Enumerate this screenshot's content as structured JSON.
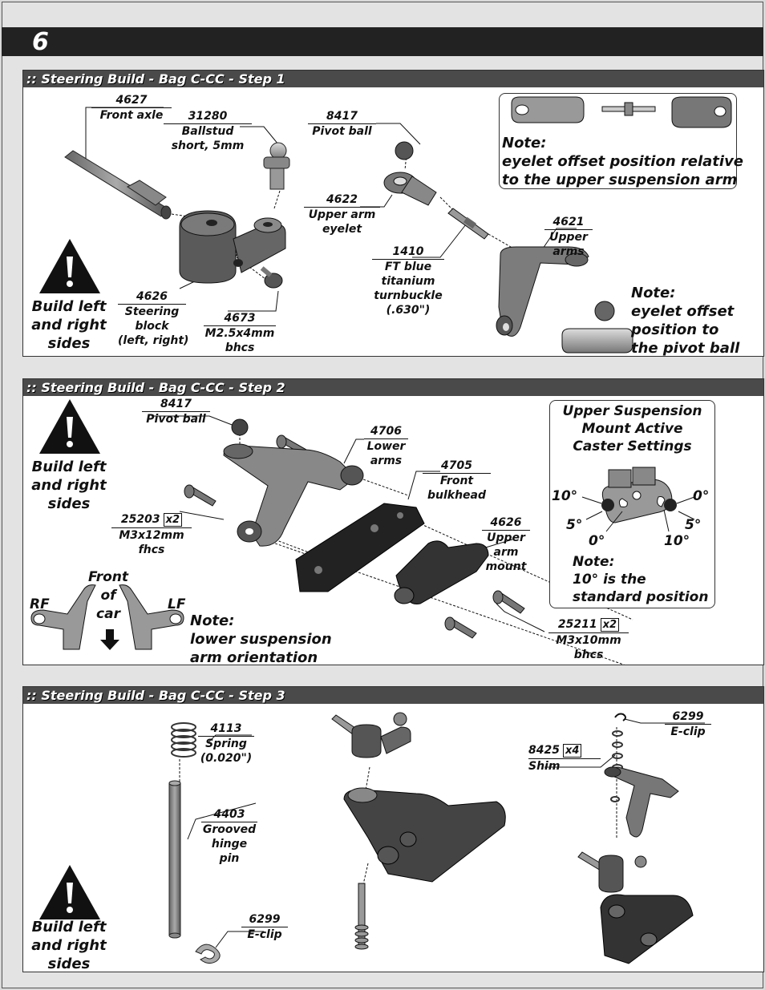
{
  "page": {
    "number": "6"
  },
  "step1": {
    "title": ":: Steering Build - Bag C-CC - Step 1",
    "labels": {
      "front_axle": {
        "num": "4627",
        "desc": "Front axle"
      },
      "ballstud": {
        "num": "31280",
        "desc1": "Ballstud",
        "desc2": "short, 5mm"
      },
      "pivot_ball": {
        "num": "8417",
        "desc": "Pivot ball"
      },
      "upper_arm_eyelet": {
        "num": "4622",
        "desc1": "Upper arm",
        "desc2": "eyelet"
      },
      "turnbuckle": {
        "num": "1410",
        "desc1": "FT blue",
        "desc2": "titanium",
        "desc3": "turnbuckle",
        "desc4": "(.630\")"
      },
      "upper_arms": {
        "num": "4621",
        "desc1": "Upper",
        "desc2": "arms"
      },
      "steering_block": {
        "num": "4626",
        "desc1": "Steering",
        "desc2": "block",
        "desc3": "(left, right)"
      },
      "bhcs": {
        "num": "4673",
        "desc1": "M2.5x4mm",
        "desc2": "bhcs"
      }
    },
    "note_box": {
      "line1": "Note:",
      "line2": "eyelet offset position relative",
      "line3": "to the upper suspension arm"
    },
    "note2": {
      "line1": "Note:",
      "line2": "eyelet offset",
      "line3": "position to",
      "line4": "the pivot ball"
    },
    "warning": {
      "line1": "Build left",
      "line2": "and right",
      "line3": "sides"
    }
  },
  "step2": {
    "title": ":: Steering Build - Bag C-CC - Step 2",
    "labels": {
      "pivot_ball": {
        "num": "8417",
        "desc": "Pivot ball"
      },
      "lower_arms": {
        "num": "4706",
        "desc1": "Lower",
        "desc2": "arms"
      },
      "front_bulkhead": {
        "num": "4705",
        "desc1": "Front",
        "desc2": "bulkhead"
      },
      "fhcs": {
        "num": "25203",
        "qty": "x2",
        "desc1": "M3x12mm",
        "desc2": "fhcs"
      },
      "upper_arm_mount": {
        "num": "4626",
        "desc1": "Upper",
        "desc2": "arm",
        "desc3": "mount"
      },
      "bhcs": {
        "num": "25211",
        "qty": "x2",
        "desc1": "M3x10mm",
        "desc2": "bhcs"
      }
    },
    "caster_box": {
      "title1": "Upper Suspension",
      "title2": "Mount Active",
      "title3": "Caster Settings",
      "deg_10_left": "10°",
      "deg_0_right": "0°",
      "deg_5_left": "5°",
      "deg_5_right": "5°",
      "deg_0_bottom": "0°",
      "deg_10_bottom": "10°",
      "note1": "Note:",
      "note2": "10° is the",
      "note3": "standard position"
    },
    "orientation": {
      "front": "Front",
      "of": "of",
      "car": "car",
      "rf": "RF",
      "lf": "LF"
    },
    "note": {
      "line1": "Note:",
      "line2": "lower suspension",
      "line3": "arm orientation"
    },
    "warning": {
      "line1": "Build left",
      "line2": "and right",
      "line3": "sides"
    }
  },
  "step3": {
    "title": ":: Steering Build - Bag C-CC - Step 3",
    "labels": {
      "spring": {
        "num": "4113",
        "desc1": "Spring",
        "desc2": "(0.020\")"
      },
      "hinge_pin": {
        "num": "4403",
        "desc1": "Grooved",
        "desc2": "hinge",
        "desc3": "pin"
      },
      "eclip_left": {
        "num": "6299",
        "desc": "E-clip"
      },
      "eclip_right": {
        "num": "6299",
        "desc": "E-clip"
      },
      "shim": {
        "num": "8425",
        "qty": "x4",
        "desc": "Shim"
      }
    },
    "warning": {
      "line1": "Build left",
      "line2": "and right",
      "line3": "sides"
    }
  }
}
